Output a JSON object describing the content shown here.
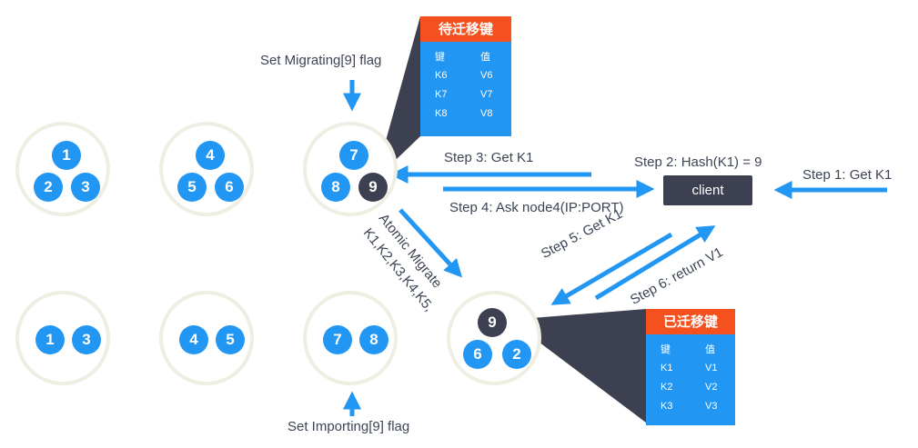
{
  "top_nodes": [
    {
      "slots": [
        "1",
        "2",
        "3"
      ]
    },
    {
      "slots": [
        "4",
        "5",
        "6"
      ]
    },
    {
      "slots": [
        "7",
        "8",
        "9"
      ]
    }
  ],
  "bottom_nodes": [
    {
      "slots": [
        "1",
        "3"
      ]
    },
    {
      "slots": [
        "4",
        "5"
      ]
    },
    {
      "slots": [
        "7",
        "8"
      ]
    },
    {
      "slots": [
        "9",
        "6",
        "2"
      ]
    }
  ],
  "flags": {
    "migrating": "Set Migrating[9] flag",
    "importing": "Set Importing[9] flag"
  },
  "pending_table": {
    "title": "待迁移键",
    "headers": [
      "键",
      "值"
    ],
    "rows": [
      [
        "K6",
        "V6"
      ],
      [
        "K7",
        "V7"
      ],
      [
        "K8",
        "V8"
      ]
    ]
  },
  "migrated_table": {
    "title": "已迁移键",
    "headers": [
      "键",
      "值"
    ],
    "rows": [
      [
        "K1",
        "V1"
      ],
      [
        "K2",
        "V2"
      ],
      [
        "K3",
        "V3"
      ]
    ]
  },
  "client": {
    "label": "client"
  },
  "steps": {
    "step1": "Step 1: Get  K1",
    "step2": "Step 2: Hash(K1) = 9",
    "step3": "Step 3: Get  K1",
    "step4": "Step 4: Ask node4(IP:PORT)",
    "step5": "Step 5: Get K1",
    "step6": "Step 6: return V1"
  },
  "migrate": {
    "line1": "Atomic Migrate",
    "line2": "K1,K2,K3,K4,K5,"
  },
  "colors": {
    "accent": "#2196f3",
    "dark": "#3c4050",
    "header": "#f4511e",
    "ring": "#efeee3"
  }
}
